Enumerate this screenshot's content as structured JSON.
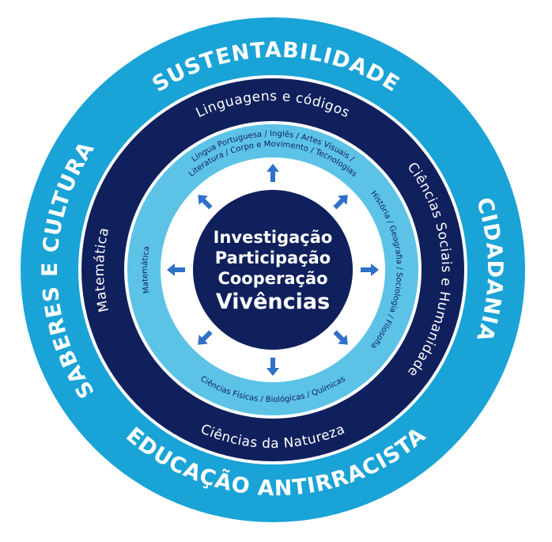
{
  "outer_ring": {
    "top": "SUSTENTABILIDADE",
    "right": "CIDADANIA",
    "bottom": "EDUCAÇÃO ANTIRRACISTA",
    "left": "SABERES E CULTURA"
  },
  "areas_ring": {
    "top": "Linguagens e códigos",
    "right": "Ciências Sociais e Humanidade",
    "bottom": "Ciências da Natureza",
    "left": "Matemática"
  },
  "components_ring": {
    "top_line1": "Língua Portuguesa / Inglês / Artes Visuais /",
    "top_line2": "Literatura / Corpo e Movimento / Tecnologias",
    "right": "História / Geografia / Sociologia / Filosofia",
    "bottom": "Ciências Físicas / Biológicas / Químicas",
    "left": "Matemática"
  },
  "center": {
    "line1": "Investigação",
    "line2": "Participação",
    "line3": "Cooperação",
    "line4": "Vivências"
  },
  "colors": {
    "outer": "#1aa3d6",
    "dark": "#10205c",
    "light": "#5cc3e6",
    "white": "#ffffff",
    "arrow": "#3070c8"
  },
  "icons": {
    "arrow": "arrow-icon"
  }
}
